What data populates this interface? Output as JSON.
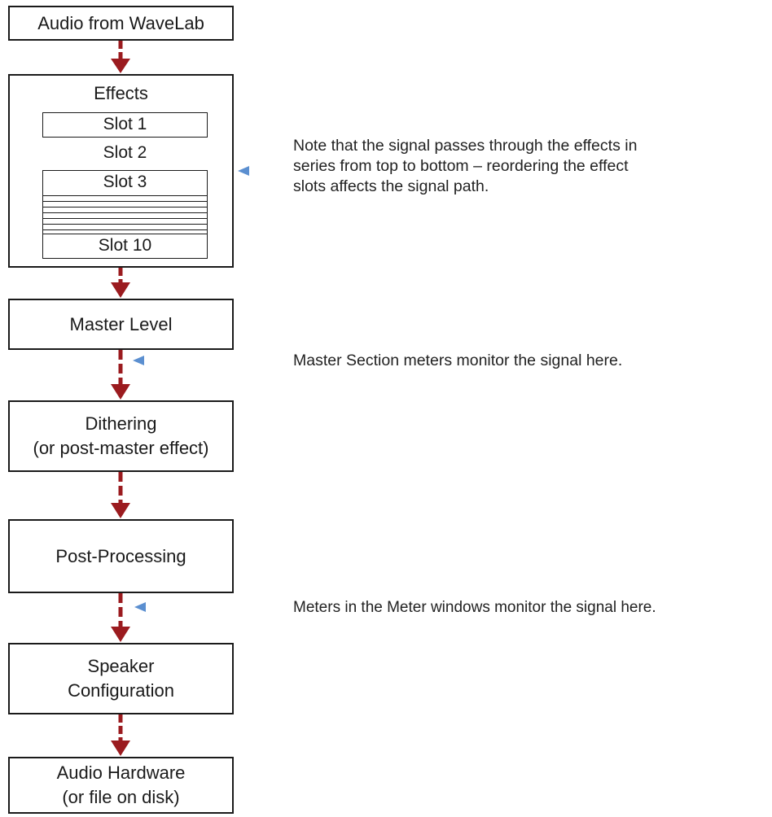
{
  "source_box": {
    "label": "Audio from WaveLab"
  },
  "effects": {
    "title": "Effects",
    "slots": {
      "slot1": "Slot 1",
      "slot2": "Slot 2",
      "slot3": "Slot 3",
      "slot10": "Slot 10"
    }
  },
  "boxes": {
    "master_level": {
      "label": "Master Level"
    },
    "dithering": {
      "line1": "Dithering",
      "line2": "(or post-master effect)"
    },
    "post_processing": {
      "label": "Post-Processing"
    },
    "speaker_configuration": {
      "line1": "Speaker",
      "line2": "Configuration"
    },
    "audio_hardware": {
      "line1": "Audio Hardware",
      "line2": "(or file on disk)"
    }
  },
  "notes": {
    "effects_order": [
      "Note that the signal passes through the effects in",
      "series from top to bottom – reordering the effect",
      "slots affects the signal path."
    ],
    "master_meters": "Master Section meters monitor the signal here.",
    "meter_windows": "Meters in the Meter windows monitor the signal here."
  },
  "colors": {
    "signal_arrow": "#9b1b1f",
    "pointer_arrow": "#5b8fd0",
    "box_border": "#1a1a1a"
  }
}
